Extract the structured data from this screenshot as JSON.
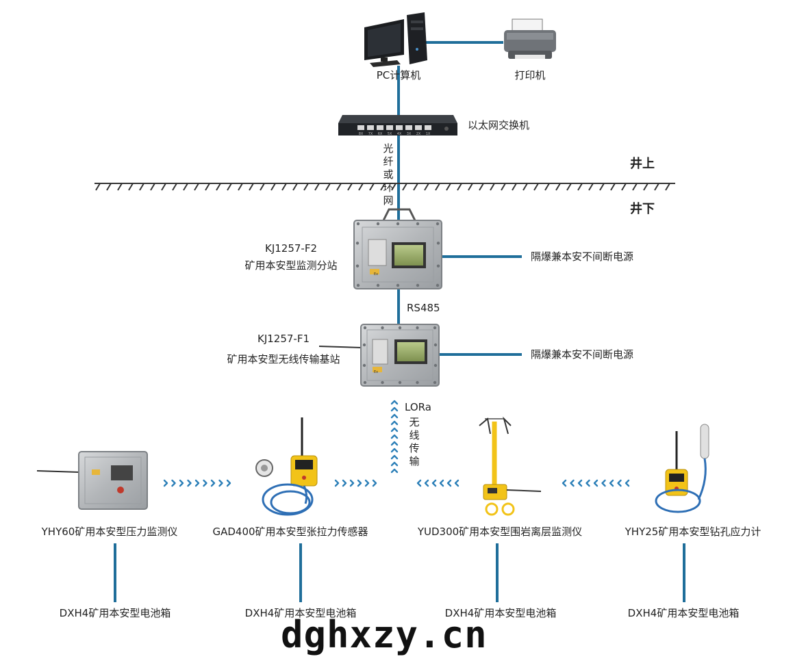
{
  "colors": {
    "link": "#1f6e9a",
    "chevron": "#2c7fb8",
    "steel": "#b9bcbf",
    "steel_dark": "#8a8e92",
    "yellow": "#f2c318",
    "cable_blue": "#2e6fb5"
  },
  "nodes": {
    "pc": "PC计算机",
    "printer": "打印机",
    "switch": "以太网交换机",
    "fiber": [
      "光",
      "纤",
      "或",
      "环",
      "网"
    ],
    "above": "井上",
    "below": "井下",
    "substation_model": "KJ1257-F2",
    "substation_name": "矿用本安型监测分站",
    "ups_1": "隔爆兼本安不间断电源",
    "rs485": "RS485",
    "basestation_model": "KJ1257-F1",
    "basestation_name": "矿用本安型无线传输基站",
    "ups_2": "隔爆兼本安不间断电源",
    "lora": "LORa",
    "wireless": [
      "无",
      "线",
      "传",
      "输"
    ]
  },
  "sensors": [
    {
      "name": "YHY60矿用本安型压力监测仪",
      "battery": "DXH4矿用本安型电池箱"
    },
    {
      "name": "GAD400矿用本安型张拉力传感器",
      "battery": "DXH4矿用本安型电池箱"
    },
    {
      "name": "YUD300矿用本安型围岩离层监测仪",
      "battery": "DXH4矿用本安型电池箱"
    },
    {
      "name": "YHY25矿用本安型钻孔应力计",
      "battery": "DXH4矿用本安型电池箱"
    }
  ],
  "switch_ports": [
    "8X",
    "7X",
    "6X",
    "5X",
    "4X",
    "3X",
    "2X",
    "1X"
  ],
  "device_badge": "Ex",
  "watermark": "dghxzy.cn"
}
